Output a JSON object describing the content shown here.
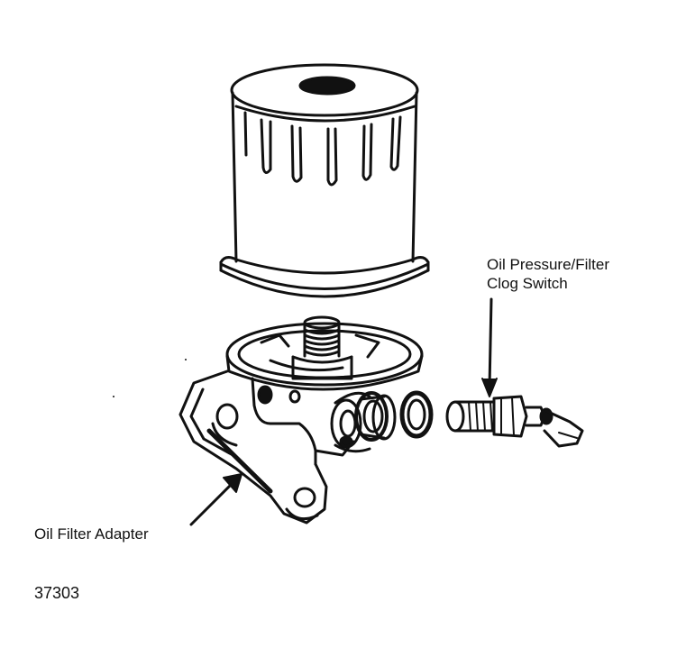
{
  "labels": {
    "switch_line1": "Oil Pressure/Filter",
    "switch_line2": "Clog Switch",
    "adapter": "Oil Filter Adapter",
    "figure_number": "37303"
  },
  "colors": {
    "ink": "#111111",
    "paper": "#ffffff"
  }
}
